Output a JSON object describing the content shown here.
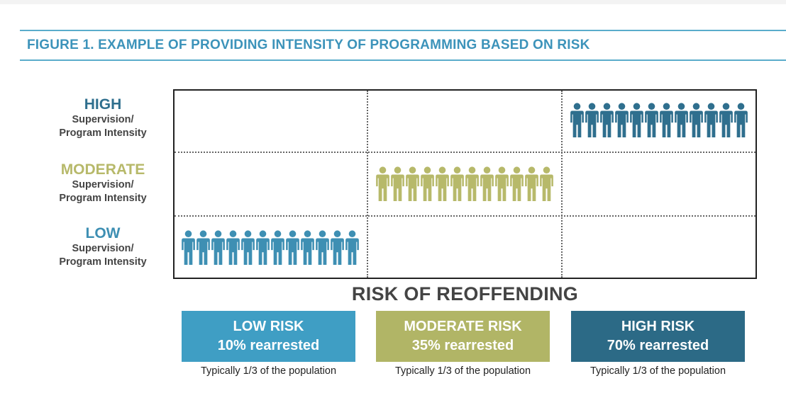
{
  "title": "FIGURE 1. EXAMPLE OF PROVIDING INTENSITY OF PROGRAMMING BASED ON RISK",
  "colors": {
    "title": "#3c93ba",
    "high": "#2f6f8e",
    "moderate": "#b7b96a",
    "low": "#3e8fb3",
    "box_low": "#3f9ec4",
    "box_moderate": "#b1b566",
    "box_high": "#2c6a86"
  },
  "rows": [
    {
      "level": "HIGH",
      "sub1": "Supervision/",
      "sub2": "Program Intensity"
    },
    {
      "level": "MODERATE",
      "sub1": "Supervision/",
      "sub2": "Program Intensity"
    },
    {
      "level": "LOW",
      "sub1": "Supervision/",
      "sub2": "Program Intensity"
    }
  ],
  "icons": {
    "name": "person-icon",
    "count_per_group": 12
  },
  "axis_title": "RISK OF REOFFENDING",
  "boxes": [
    {
      "label": "LOW RISK",
      "rate": "10% rearrested",
      "caption": "Typically 1/3 of the population"
    },
    {
      "label": "MODERATE RISK",
      "rate": "35% rearrested",
      "caption": "Typically 1/3 of the population"
    },
    {
      "label": "HIGH RISK",
      "rate": "70% rearrested",
      "caption": "Typically 1/3 of the population"
    }
  ]
}
